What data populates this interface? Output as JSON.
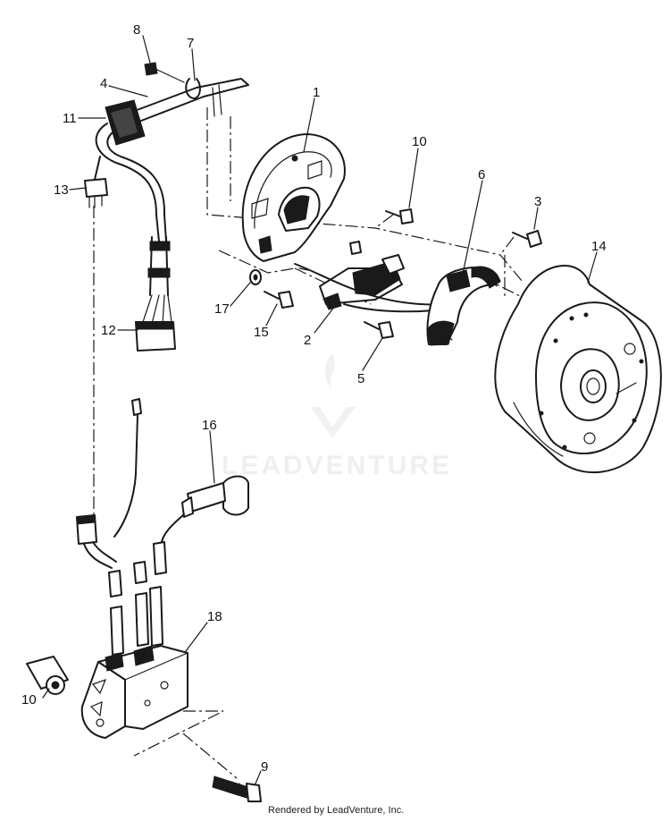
{
  "diagram": {
    "labels": {
      "p1": "1",
      "p2": "2",
      "p3": "3",
      "p4": "4",
      "p5": "5",
      "p6": "6",
      "p7": "7",
      "p8": "8",
      "p9": "9",
      "p10a": "10",
      "p10b": "10",
      "p11": "11",
      "p12": "12",
      "p13": "13",
      "p14": "14",
      "p15": "15",
      "p16": "16",
      "p17": "17",
      "p18": "18"
    },
    "watermark": "LEADVENTURE"
  },
  "footer": {
    "text": "Rendered by LeadVenture, Inc."
  }
}
